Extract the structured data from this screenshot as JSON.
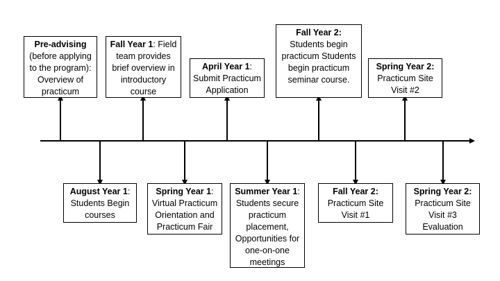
{
  "timeline": {
    "top_events": [
      {
        "head": "Pre-advising",
        "body": "(before applying to the program): Overview of practicum"
      },
      {
        "head": "Fall Year 1",
        "body": ": Field team provides brief overview in introductory course"
      },
      {
        "head": "April Year 1",
        "body": ": Submit Practicum Application"
      },
      {
        "head": "Fall Year 2:",
        "body": "Students begin practicum Students begin practicum seminar course."
      },
      {
        "head": "Spring Year 2:",
        "body": "Practicum Site Visit #2"
      }
    ],
    "bottom_events": [
      {
        "head": "August Year 1",
        "body": ": Students Begin courses"
      },
      {
        "head": "Spring Year 1",
        "body": ": Virtual Practicum Orientation and Practicum Fair"
      },
      {
        "head": "Summer Year 1",
        "body": ": Students secure practicum placement, Opportunities for one-on-one meetings"
      },
      {
        "head": "Fall Year 2:",
        "body": "Practicum Site Visit #1"
      },
      {
        "head": "Spring Year 2:",
        "body": "Practicum Site Visit #3 Evaluation"
      }
    ]
  }
}
